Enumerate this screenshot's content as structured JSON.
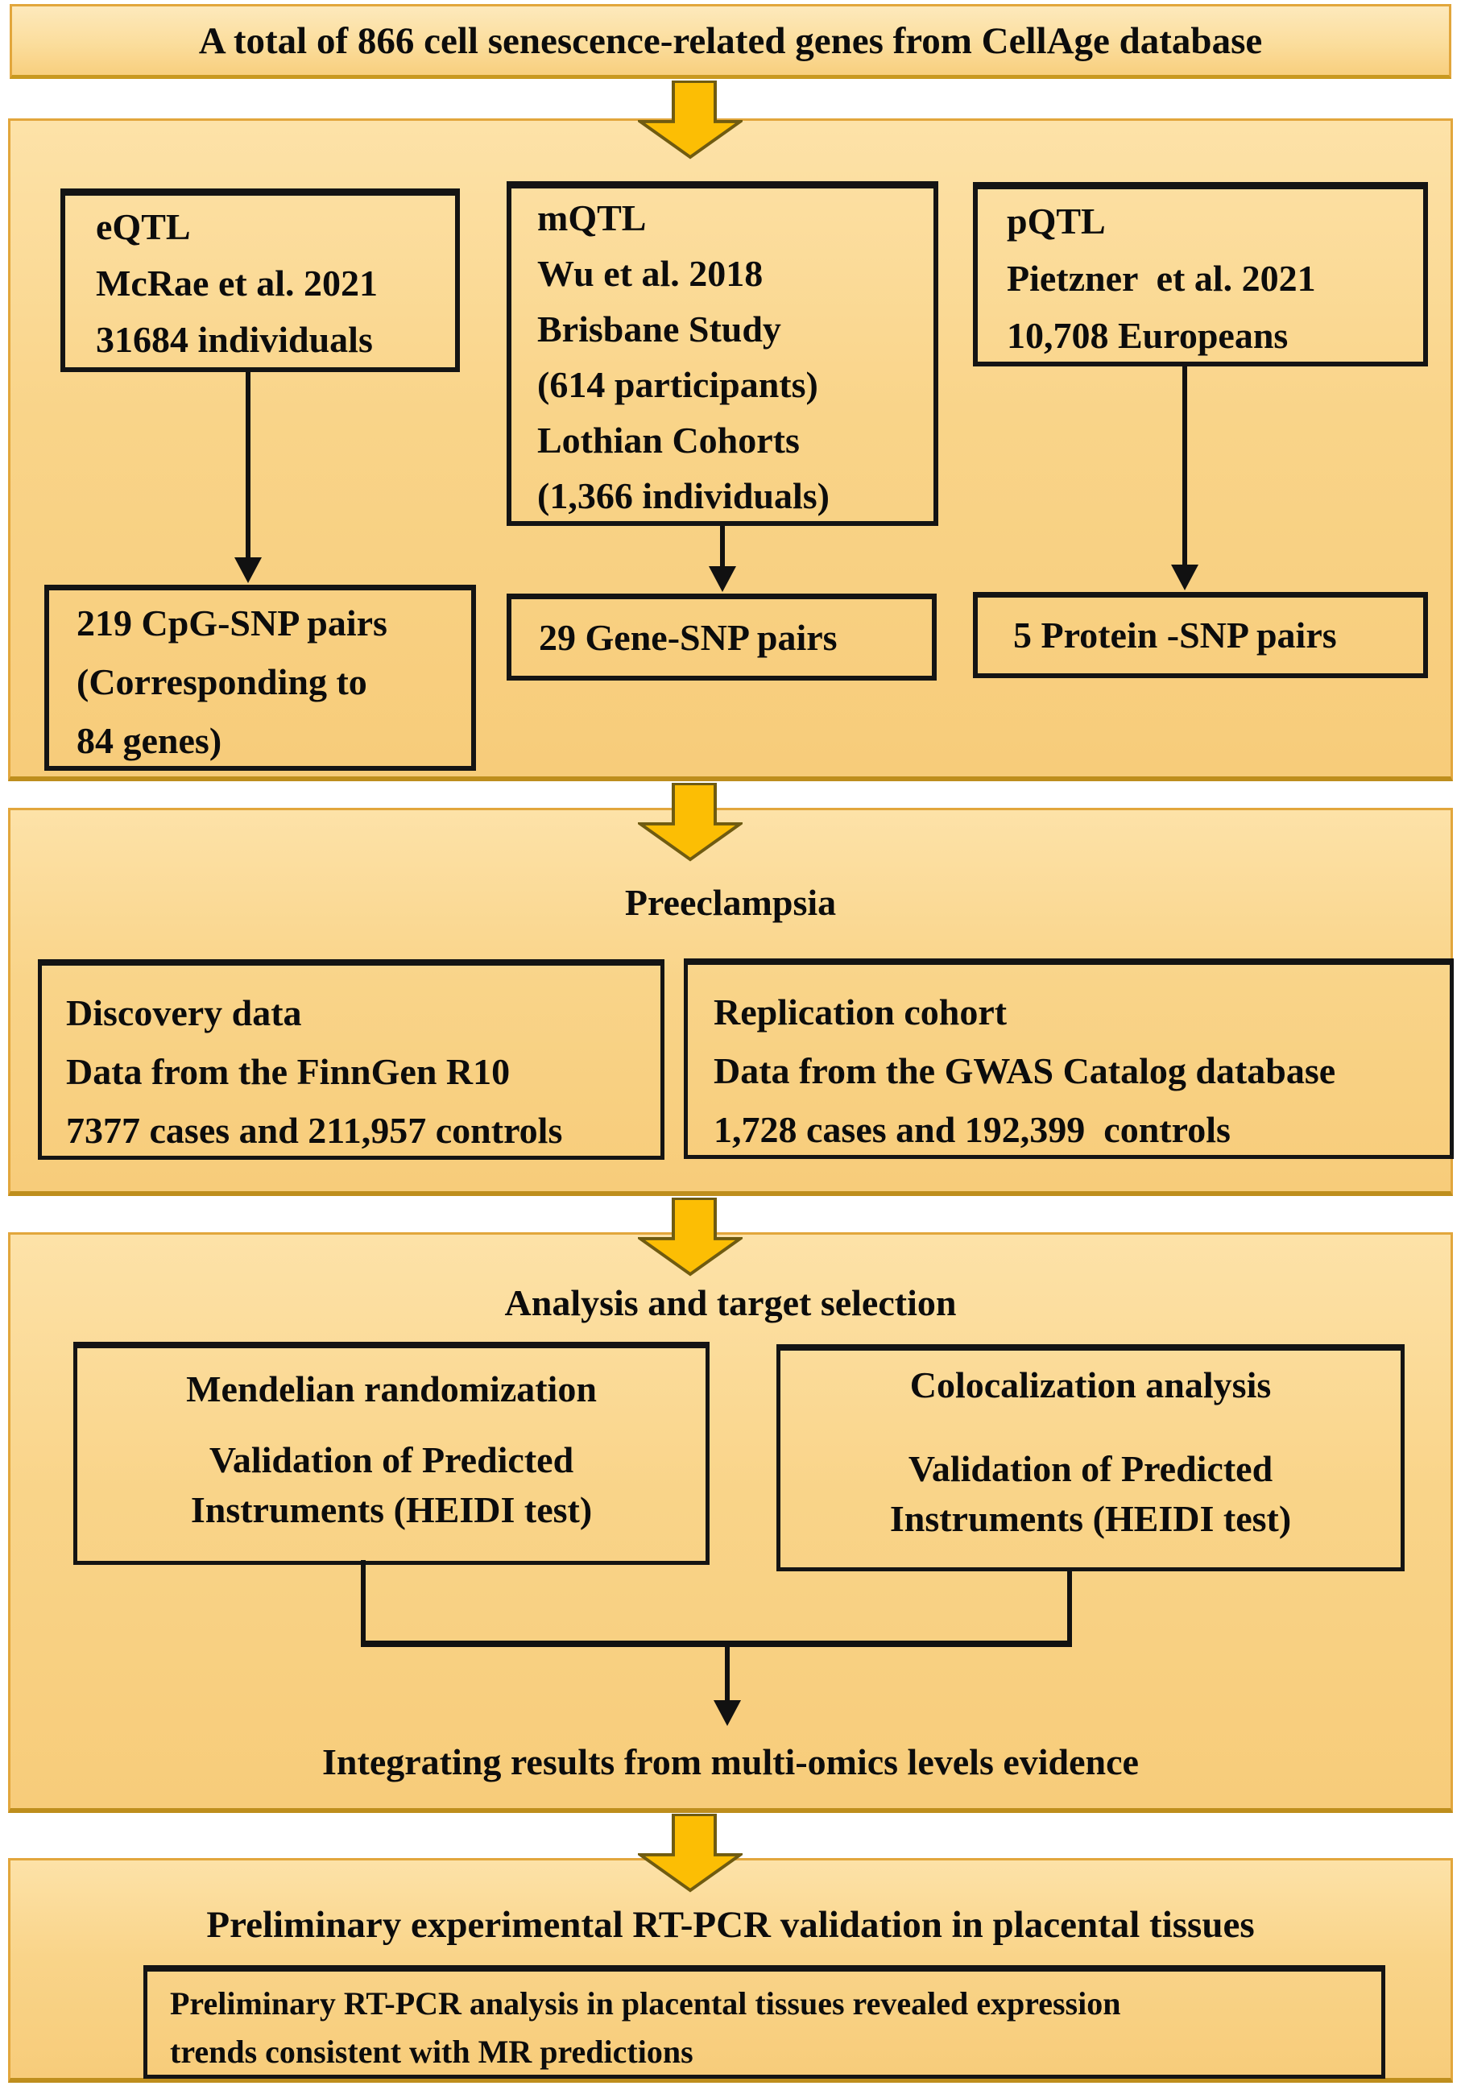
{
  "banner": {
    "text": "A total of 866 cell senescence-related genes from CellAge database"
  },
  "qtl": {
    "eqtl": {
      "lines": [
        "eQTL",
        "McRae et al. 2021",
        "31684 individuals"
      ]
    },
    "mqtl": {
      "lines": [
        "mQTL",
        "Wu et al. 2018",
        "Brisbane Study",
        "(614 participants)",
        "Lothian Cohorts",
        "(1,366 individuals)"
      ]
    },
    "pqtl": {
      "lines": [
        "pQTL",
        "Pietzner  et al. 2021",
        "10,708 Europeans"
      ]
    },
    "eqtl_result": {
      "lines": [
        "219 CpG-SNP pairs",
        "(Corresponding to",
        "84 genes)"
      ]
    },
    "mqtl_result": {
      "text": "29 Gene-SNP pairs"
    },
    "pqtl_result": {
      "text": "5 Protein -SNP pairs"
    }
  },
  "preeclampsia": {
    "title": "Preeclampsia",
    "discovery": {
      "lines": [
        "Discovery data",
        "Data from the FinnGen R10",
        "7377 cases and 211,957 controls"
      ]
    },
    "replication": {
      "lines": [
        "Replication cohort",
        "Data from the GWAS Catalog database",
        "1,728 cases and 192,399  controls"
      ]
    }
  },
  "analysis": {
    "title": "Analysis and target selection",
    "mr": {
      "title": "Mendelian randomization",
      "line1": "Validation of Predicted",
      "line2": "Instruments (HEIDI test)"
    },
    "coloc": {
      "title": "Colocalization analysis",
      "line1": "Validation of Predicted",
      "line2": "Instruments (HEIDI test)"
    },
    "integration": "Integrating results from multi-omics levels evidence"
  },
  "validation": {
    "title": "Preliminary experimental RT-PCR validation in placental tissues",
    "result": {
      "lines": [
        "Preliminary RT-PCR analysis in placental tissues revealed expression",
        "trends consistent with MR predictions"
      ]
    }
  },
  "colors": {
    "panel_fill": "#F9D489",
    "panel_border": "#E2A63C",
    "arrow_gold": "#FCBE04",
    "arrow_outline": "#6F5B11",
    "box_border": "#141414"
  }
}
